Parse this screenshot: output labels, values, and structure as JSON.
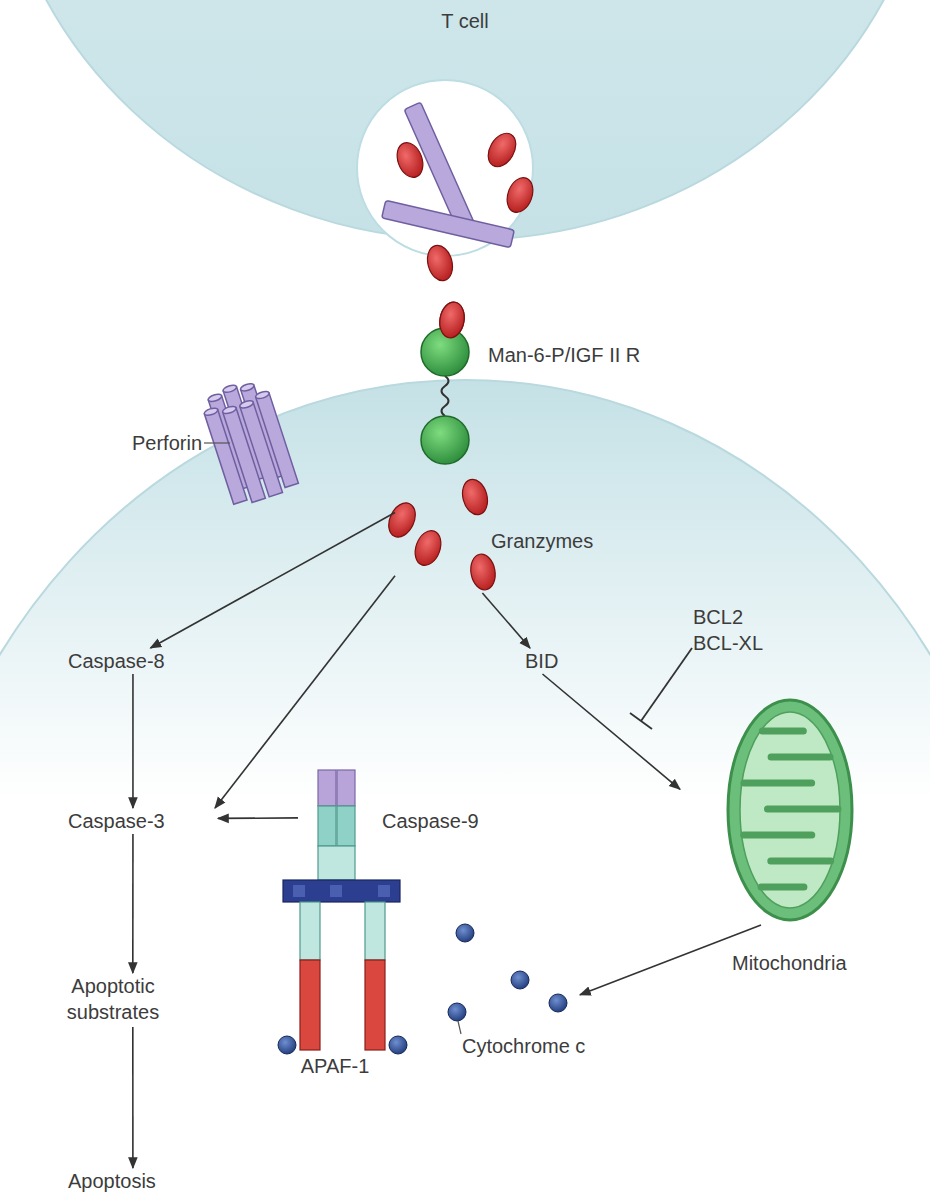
{
  "diagram": {
    "nodes": [
      {
        "text": [
          "T cell"
        ]
      },
      {
        "text": [
          "Man-6-P/IGF II R"
        ]
      },
      {
        "text": [
          "Perforin"
        ]
      },
      {
        "text": [
          "Granzymes"
        ]
      },
      {
        "text": [
          "Caspase-8"
        ]
      },
      {
        "text": [
          "BID"
        ]
      },
      {
        "text": [
          "BCL2",
          "BCL-XL"
        ]
      },
      {
        "text": [
          "Caspase-3"
        ]
      },
      {
        "text": [
          "Caspase-9"
        ]
      },
      {
        "text": [
          "Mitochondria"
        ]
      },
      {
        "text": [
          "Apoptotic substrates"
        ]
      },
      {
        "text": [
          "Cytochrome c"
        ]
      },
      {
        "text": [
          "APAF-1"
        ]
      },
      {
        "text": [
          "Apoptosis"
        ]
      }
    ],
    "edges": [
      {
        "from": 3,
        "to": 4,
        "arrow": "to"
      },
      {
        "from": 3,
        "to": 7,
        "arrow": "to"
      },
      {
        "from": 3,
        "to": 5,
        "arrow": "to"
      },
      {
        "from": 4,
        "to": 7,
        "arrow": "to"
      },
      {
        "from": 8,
        "to": 7,
        "arrow": "to"
      },
      {
        "from": 5,
        "to": 9,
        "arrow": "to"
      },
      {
        "from": 9,
        "to": 11,
        "arrow": "to"
      },
      {
        "from": 7,
        "to": 10,
        "arrow": "to"
      },
      {
        "from": 10,
        "to": 13,
        "arrow": "to"
      }
    ]
  }
}
